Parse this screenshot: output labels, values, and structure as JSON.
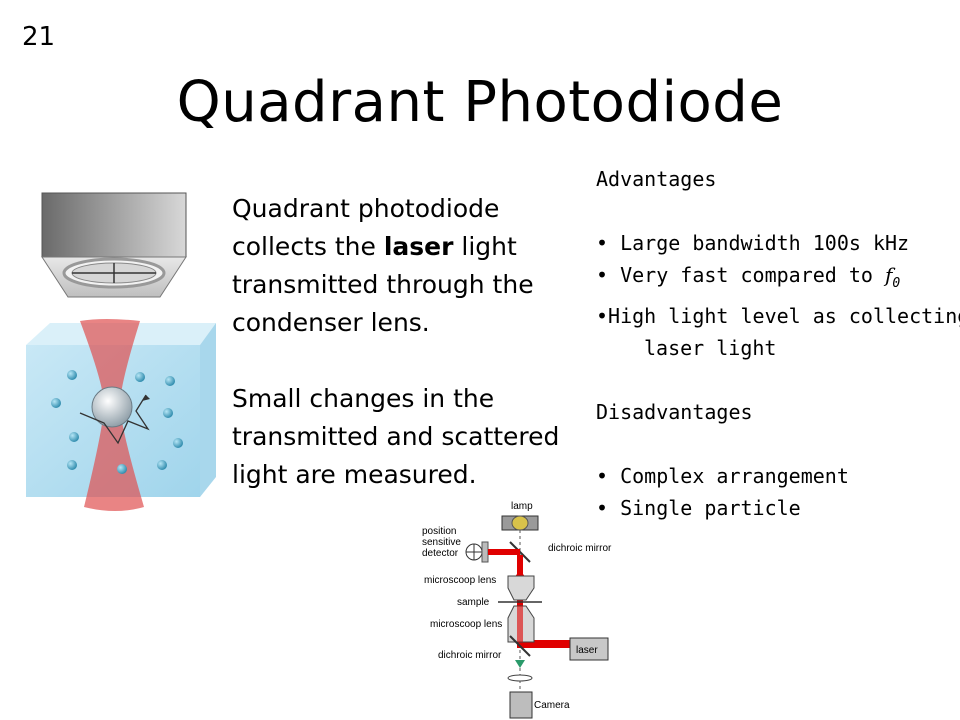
{
  "slide_number": "21",
  "title": "Quadrant Photodiode",
  "main_text": {
    "p1_before": "Quadrant photodiode collects the ",
    "p1_bold": "laser",
    "p1_after": " light transmitted through the condenser lens.",
    "p2": "Small changes in the transmitted and scattered light are measured."
  },
  "advantages": {
    "heading": "Advantages",
    "items": [
      "• Large bandwidth 100s kHz",
      "• Very fast compared to ",
      "•High light level as collecting",
      "laser light"
    ],
    "f0_symbol": "f",
    "f0_subscript": "0"
  },
  "disadvantages": {
    "heading": "Disadvantages",
    "items": [
      "• Complex arrangement",
      "• Single particle"
    ]
  },
  "schematic": {
    "labels": {
      "lamp": "lamp",
      "position_detector": [
        "position",
        "sensitive",
        "detector"
      ],
      "dichroic_mirror_top": "dichroic mirror",
      "microscope_lens_top": "microscoop lens",
      "sample": "sample",
      "microscope_lens_bottom": "microscoop lens",
      "dichroic_mirror_bottom": "dichroic mirror",
      "laser": "laser",
      "camera": "Camera"
    },
    "colors": {
      "laser_beam": "#e00000",
      "lamp": "#d8c24a",
      "camera_arrow": "#2a9a6a"
    }
  }
}
